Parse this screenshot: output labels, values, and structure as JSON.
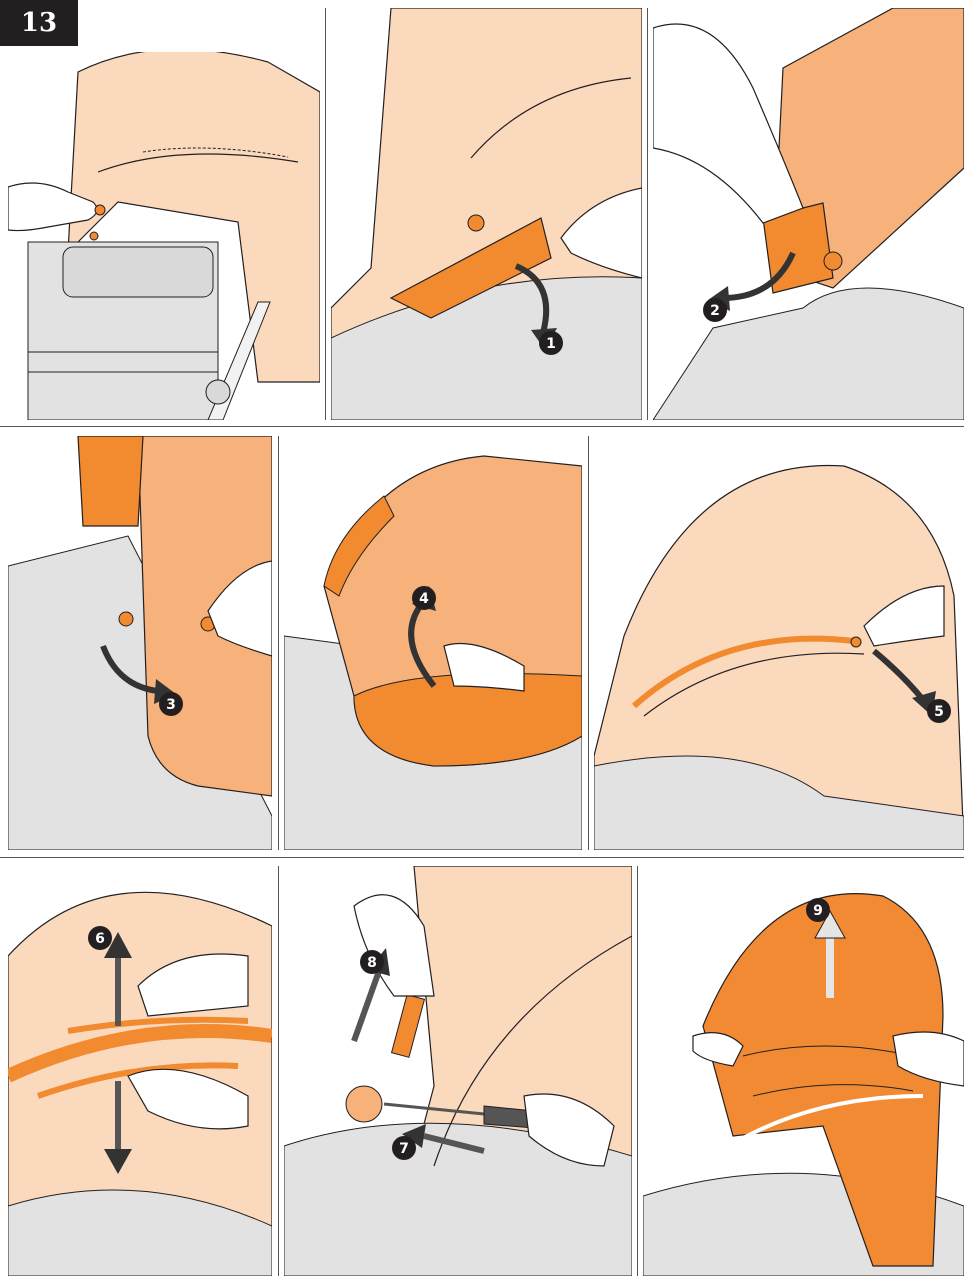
{
  "page": {
    "number": "13"
  },
  "colors": {
    "fabric_light": "#fbd9bd",
    "fabric_mid": "#f6b27a",
    "fabric_accent": "#f28a2f",
    "fabric_bright": "#f28a34",
    "frame_gray": "#d9d9d9",
    "seat_gray": "#e2e2e2",
    "outline": "#231f20",
    "arrow_dark": "#333333"
  },
  "steps": [
    {
      "panel": "1",
      "badges": []
    },
    {
      "panel": "2",
      "badges": [
        "1"
      ]
    },
    {
      "panel": "3",
      "badges": [
        "2"
      ]
    },
    {
      "panel": "4",
      "badges": [
        "3"
      ]
    },
    {
      "panel": "5",
      "badges": [
        "4"
      ]
    },
    {
      "panel": "6",
      "badges": [
        "5"
      ]
    },
    {
      "panel": "7",
      "badges": [
        "6"
      ]
    },
    {
      "panel": "8",
      "badges": [
        "8",
        "7"
      ]
    },
    {
      "panel": "9",
      "badges": [
        "9"
      ]
    }
  ],
  "icons": [
    "hand-icon",
    "screwdriver-icon",
    "arrow-icon",
    "zipper-icon",
    "snap-button-icon"
  ]
}
